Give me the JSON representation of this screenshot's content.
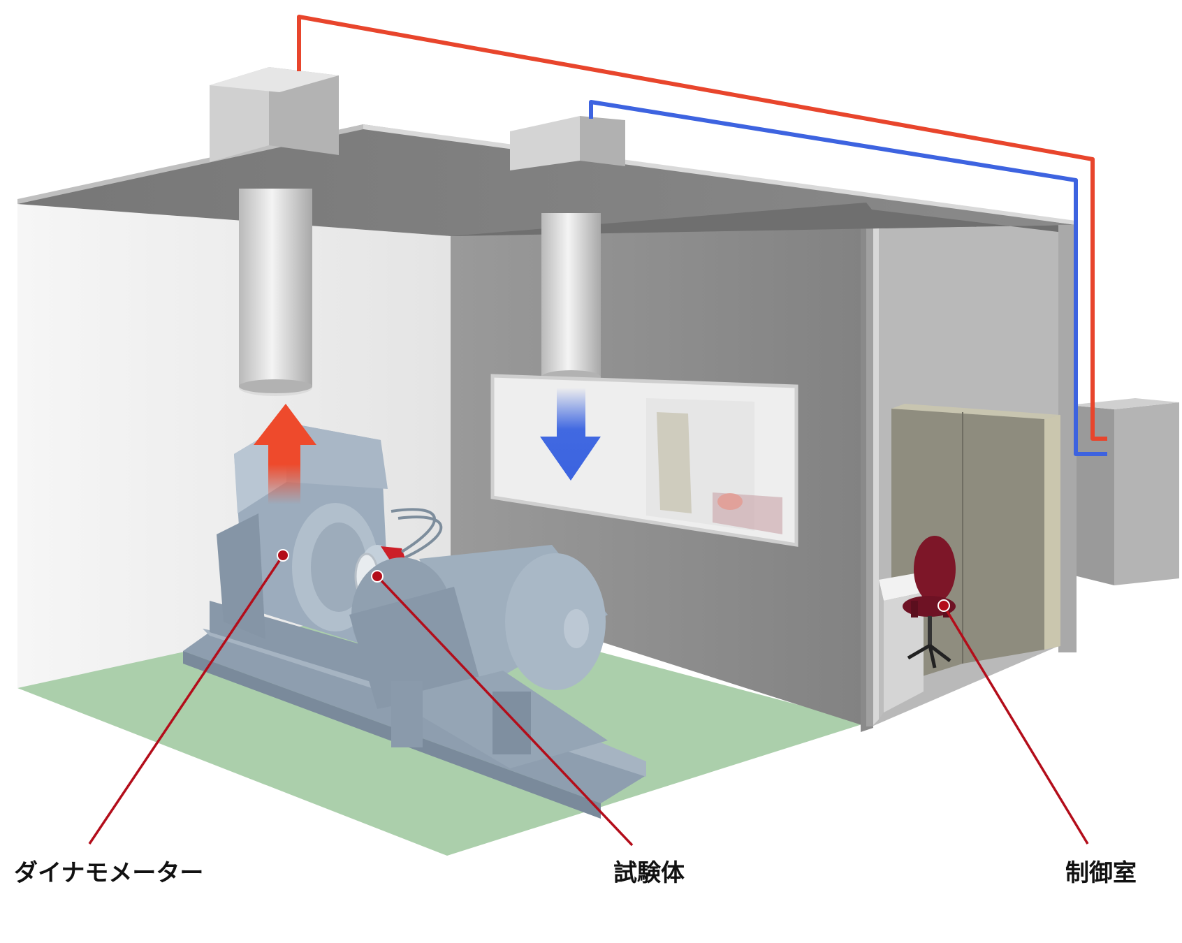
{
  "labels": {
    "dynamometer": "ダイナモメーター",
    "specimen": "試験体",
    "control_room": "制御室"
  },
  "colors": {
    "hot_duct": "#e8452c",
    "cold_duct": "#3d63e0",
    "leader_line": "#b30d1a",
    "floor": "#a9cda8",
    "machine": "#9aaabb",
    "wall_dark": "#8d8d8d",
    "wall_light": "#f0f0f0"
  },
  "icons": {
    "exhaust_arrow": "arrow-up-icon",
    "intake_arrow": "arrow-down-icon"
  }
}
